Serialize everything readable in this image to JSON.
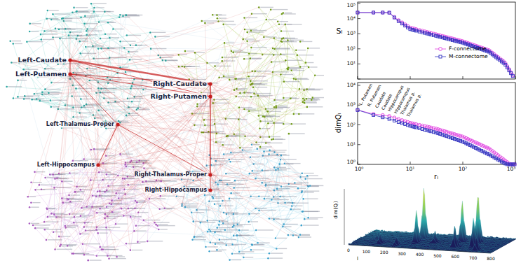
{
  "diagram": {
    "labels": [
      "Left-Caudate",
      "Left-Putamen",
      "Right-Caudate",
      "Right-Putamen",
      "Left-Thalamus-Proper",
      "Left-Hippocampus",
      "Right-Thalamus-Proper",
      "Right-Hippocampus",
      "Sₗ",
      "10⁵",
      "10⁴",
      "10³",
      "10²",
      "10¹",
      "dimQₗ",
      "10⁴",
      "10³",
      "10²",
      "10¹",
      "10⁰",
      "10⁰",
      "10¹",
      "10²",
      "10³",
      "rₗ",
      "L. Putamen",
      "R. Putamen",
      "Caudate",
      "Caudate",
      "Hippocampus",
      "Hippocampus",
      "Thalamus p.",
      "Thalamus p.",
      "dim(Qₗ)",
      "l",
      "0",
      "100",
      "200",
      "300",
      "400",
      "500",
      "600",
      "700",
      "800"
    ],
    "legend": [
      {
        "text": "F-connectome"
      },
      {
        "text": "M-connectome"
      }
    ]
  }
}
